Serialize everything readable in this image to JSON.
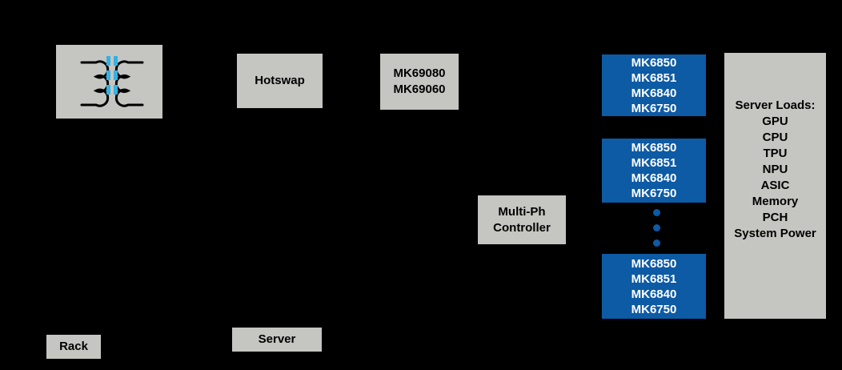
{
  "canvas": {
    "background": "#000000"
  },
  "colors": {
    "box_gray": "#C5C5C1",
    "box_blue": "#0D5AA5",
    "core_dash_blue": "#33B1E4",
    "coil_stroke": "#000000",
    "text_dark": "#000000",
    "text_light": "#FFFFFF"
  },
  "diagram": {
    "transformer": {
      "icon": "transformer-icon"
    },
    "hotswap": {
      "label": "Hotswap"
    },
    "bus_converter": {
      "lines": [
        "MK69080",
        "MK69060"
      ]
    },
    "multiph_controller": {
      "lines": [
        "Multi-Ph",
        "Controller"
      ]
    },
    "vr_stage": {
      "lines": [
        "MK6850",
        "MK6851",
        "MK6840",
        "MK6750"
      ]
    },
    "ellipsis": {
      "dot_count": 3
    },
    "server_loads": {
      "title": "Server Loads:",
      "items": [
        "GPU",
        "CPU",
        "TPU",
        "NPU",
        "ASIC",
        "Memory",
        "PCH",
        "System Power"
      ]
    },
    "rack": {
      "label": "Rack"
    },
    "server": {
      "label": "Server"
    }
  }
}
